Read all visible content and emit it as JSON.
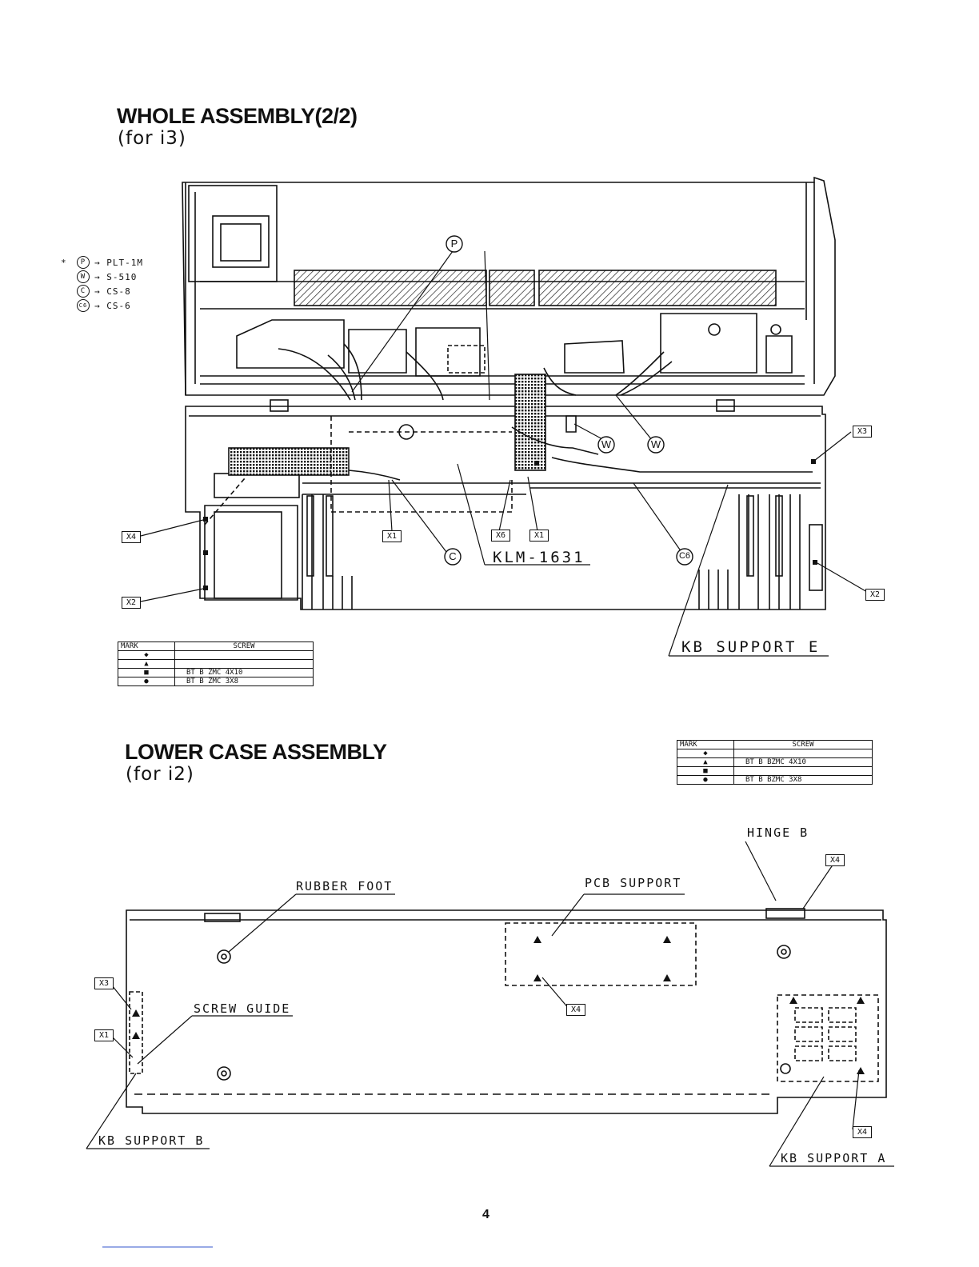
{
  "section1": {
    "title": "WHOLE ASSEMBLY(2/2)",
    "subtitle": "(for i3)",
    "legend": [
      {
        "symbol": "P",
        "arrow": "→",
        "part": "PLT-1M",
        "prefix": "*"
      },
      {
        "symbol": "W",
        "arrow": "→",
        "part": "S-510",
        "prefix": ""
      },
      {
        "symbol": "C",
        "arrow": "→",
        "part": "CS-8",
        "prefix": ""
      },
      {
        "symbol": "C6",
        "arrow": "→",
        "part": "CS-6",
        "prefix": ""
      }
    ],
    "callouts": {
      "p": "P",
      "w1": "W",
      "w2": "W",
      "c": "C",
      "c6": "C6",
      "klm": "KLM-1631",
      "kb_support_e": "KB SUPPORT E"
    },
    "tags": {
      "x3": "X3",
      "x4": "X4",
      "x2a": "X2",
      "x2b": "X2",
      "x1a": "X1",
      "x6": "X6",
      "x1b": "X1"
    },
    "screw_table": {
      "header_mark": "MARK",
      "header_screw": "SCREW",
      "rows": [
        {
          "mark": "◆",
          "screw": ""
        },
        {
          "mark": "▲",
          "screw": ""
        },
        {
          "mark": "■",
          "screw": "BT B ZMC 4X10"
        },
        {
          "mark": "●",
          "screw": "BT B ZMC 3X8"
        }
      ]
    }
  },
  "section2": {
    "title": "LOWER CASE ASSEMBLY",
    "subtitle": "(for i2)",
    "labels": {
      "hinge_b": "HINGE B",
      "rubber_foot": "RUBBER FOOT",
      "pcb_support": "PCB SUPPORT",
      "screw_guide": "SCREW GUIDE",
      "kb_support_b": "KB SUPPORT B",
      "kb_support_a": "KB SUPPORT A"
    },
    "tags": {
      "x4a": "X4",
      "x4b": "X4",
      "x4c": "X4",
      "x3": "X3",
      "x1": "X1"
    },
    "screw_table": {
      "header_mark": "MARK",
      "header_screw": "SCREW",
      "rows": [
        {
          "mark": "◆",
          "screw": ""
        },
        {
          "mark": "▲",
          "screw": "BT B BZMC 4X10"
        },
        {
          "mark": "■",
          "screw": ""
        },
        {
          "mark": "●",
          "screw": "BT B BZMC 3X8"
        }
      ]
    }
  },
  "page_number": "4"
}
